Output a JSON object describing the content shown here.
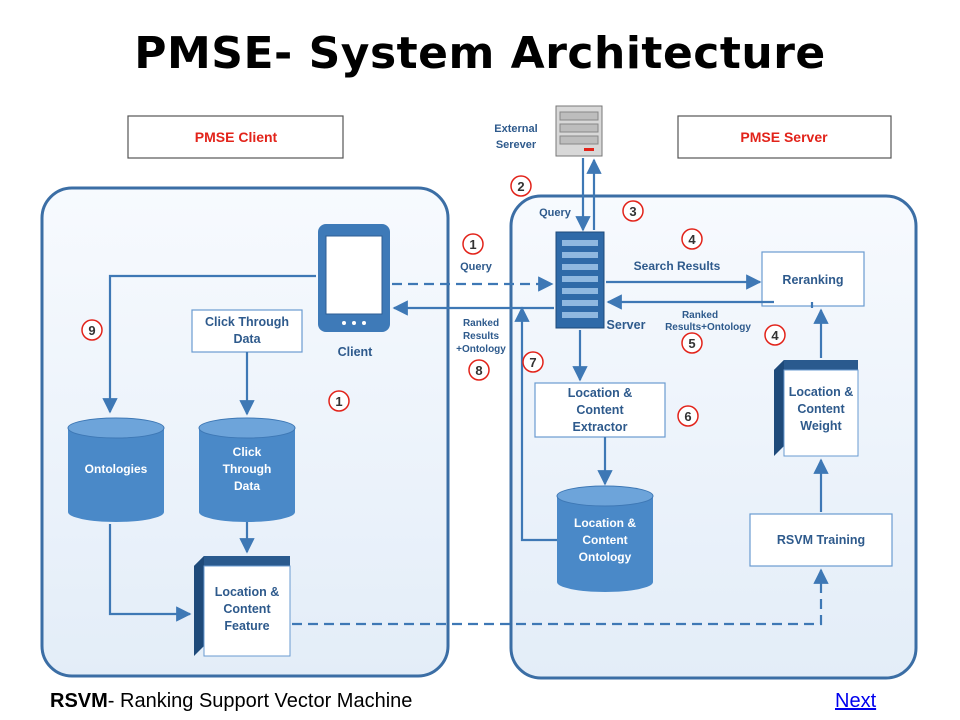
{
  "title": "PMSE- System Architecture",
  "boxes": {
    "client_label": "PMSE Client",
    "server_label": "PMSE Server",
    "external_line1": "External",
    "external_line2": "Serever",
    "client_device": "Client",
    "server_device": "Server",
    "click_through_line1": "Click Through",
    "click_through_line2": "Data",
    "ontologies": "Ontologies",
    "ctd_db_line1": "Click",
    "ctd_db_line2": "Through",
    "ctd_db_line3": "Data",
    "lcf_line1": "Location &",
    "lcf_line2": "Content",
    "lcf_line3": "Feature",
    "lce_line1": "Location &",
    "lce_line2": "Content",
    "lce_line3": "Extractor",
    "lco_line1": "Location &",
    "lco_line2": "Content",
    "lco_line3": "Ontology",
    "reranking": "Reranking",
    "lcw_line1": "Location &",
    "lcw_line2": "Content",
    "lcw_line3": "Weight",
    "rsvm_training": "RSVM Training"
  },
  "arrow_labels": {
    "query_client": "Query",
    "query_server": "Query",
    "search_results": "Search Results",
    "ranked_onto_line1": "Ranked",
    "ranked_onto_line2": "Results+Ontology",
    "ranked_client_line1": "Ranked",
    "ranked_client_line2": "Results",
    "ranked_client_line3": "+Ontology"
  },
  "steps": {
    "s1a": "1",
    "s1b": "1",
    "s2": "2",
    "s3": "3",
    "s4a": "4",
    "s4b": "4",
    "s5": "5",
    "s6": "6",
    "s7": "7",
    "s8": "8",
    "s9": "9"
  },
  "footer": {
    "abbr": "RSVM",
    "definition": "- Ranking Support Vector Machine",
    "next_link": "Next"
  },
  "colors": {
    "panel_stroke": "#3b6ea5",
    "panel_fill": "#eef4fb",
    "box_stroke": "#6a9bd0",
    "cylinder_fill": "#4a89c8",
    "arrow": "#3e78b5",
    "step_circle": "#e2231a",
    "label_text": "#2e5a8c"
  }
}
